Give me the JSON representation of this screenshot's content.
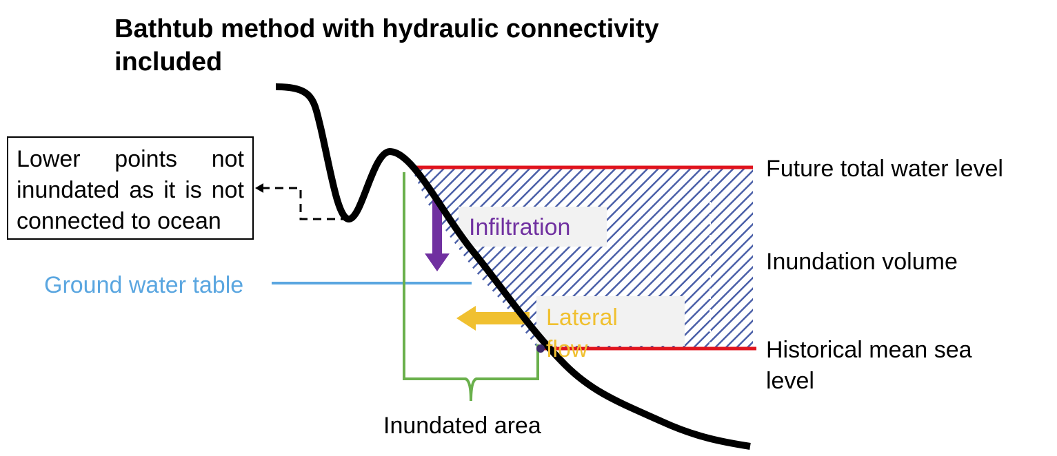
{
  "title": "Bathtub method with hydraulic connectivity included",
  "labels": {
    "future_total_water_level": "Future total water level",
    "inundation_volume": "Inundation volume",
    "historical_mean_sea_level": "Historical mean sea level",
    "ground_water_table": "Ground water table",
    "infiltration": "Infiltration",
    "lateral_flow": "Lateral flow",
    "inundated_area": "Inundated area",
    "lower_points_note": "Lower points not inundated as it is not connected to ocean"
  },
  "colors": {
    "water_level_line": "#e0141e",
    "hatch": "#4a5fa8",
    "ground_water": "#5aa6e0",
    "infiltration": "#7030a0",
    "lateral_flow": "#f0c030",
    "inundated_bracket": "#6ab04c",
    "terrain": "#000000",
    "label_box": "#f2f2f2"
  }
}
